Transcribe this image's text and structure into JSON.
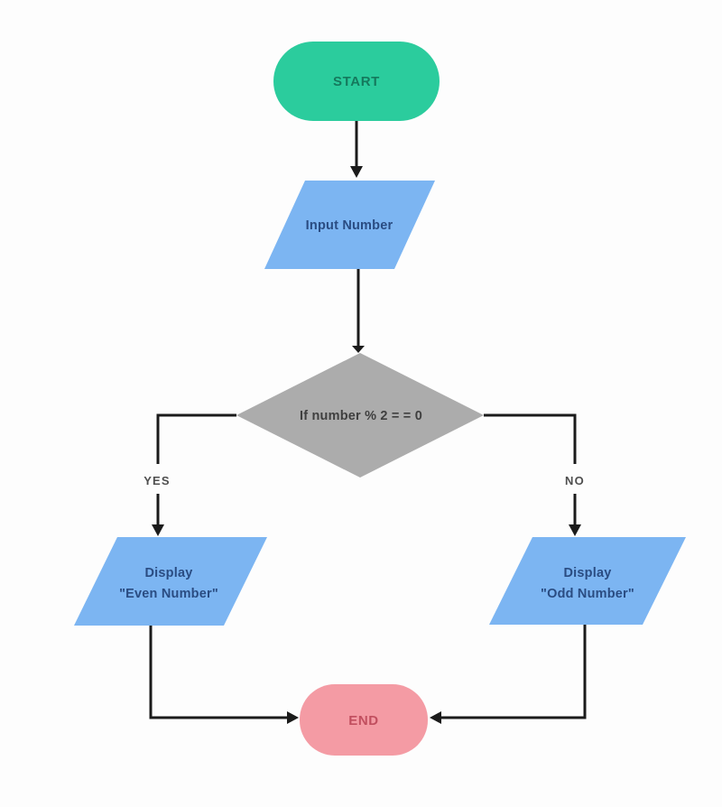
{
  "flowchart": {
    "background_color": "#fdfdfd",
    "connector_color": "#1b1b1b",
    "edge_label_color": "#4f4f4f",
    "nodes": {
      "start": {
        "type": "terminator",
        "label": "START",
        "fill": "#2bcc9d",
        "text_color": "#15795d"
      },
      "input_number": {
        "type": "input-output",
        "label": "Input Number",
        "fill": "#7cb5f2",
        "text_color": "#2a4c82"
      },
      "decision": {
        "type": "decision",
        "label": "If number % 2 = = 0",
        "fill": "#acacac",
        "text_color": "#3f3f3f"
      },
      "display_even": {
        "type": "input-output",
        "label_line1": "Display",
        "label_line2": "\"Even Number\"",
        "fill": "#7cb5f2",
        "text_color": "#2a4c82"
      },
      "display_odd": {
        "type": "input-output",
        "label_line1": "Display",
        "label_line2": "\"Odd Number\"",
        "fill": "#7cb5f2",
        "text_color": "#2a4c82"
      },
      "end": {
        "type": "terminator",
        "label": "END",
        "fill": "#f49ba4",
        "text_color": "#c14f5f"
      }
    },
    "edge_labels": {
      "yes": "YES",
      "no": "NO"
    }
  }
}
